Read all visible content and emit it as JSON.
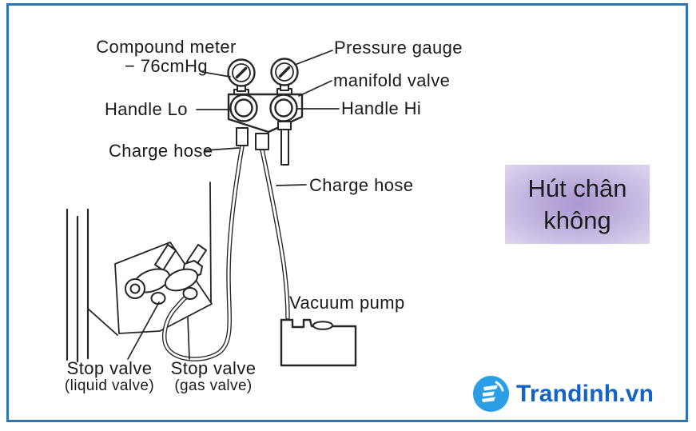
{
  "frame": {
    "border_color": "#2e75b6"
  },
  "diagram": {
    "compound_meter": {
      "line1": "Compound meter",
      "line2": "− 76cmHg"
    },
    "pressure_gauge": "Pressure gauge",
    "manifold_valve": "manifold valve",
    "handle_lo": "Handle Lo",
    "handle_hi": "Handle Hi",
    "charge_hose_left": "Charge hose",
    "charge_hose_right": "Charge hose",
    "vacuum_pump": "Vacuum pump",
    "stop_valve_liquid": {
      "line1": "Stop valve",
      "line2": "(liquid valve)"
    },
    "stop_valve_gas": {
      "line1": "Stop valve",
      "line2": "(gas valve)"
    },
    "line_color": "#262626"
  },
  "callout": {
    "line1": "Hút chân",
    "line2": "không",
    "bg_center_color": "#ab98cf",
    "bg_edge_color": "#ded6ee"
  },
  "branding": {
    "name": "Trandinh.vn",
    "icon": "layers-e-icon",
    "icon_bg_color": "#2b9fe6",
    "text_color": "#1263c5"
  }
}
